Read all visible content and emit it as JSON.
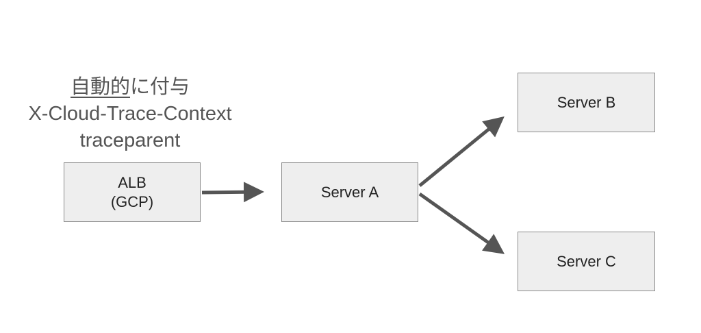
{
  "annotation": {
    "line1_underlined": "自動的",
    "line1_rest": "に付与",
    "line2": "X-Cloud-Trace-Context",
    "line3": "traceparent"
  },
  "nodes": {
    "alb": {
      "line1": "ALB",
      "line2": "(GCP)"
    },
    "server_a": {
      "label": "Server A"
    },
    "server_b": {
      "label": "Server B"
    },
    "server_c": {
      "label": "Server C"
    }
  },
  "colors": {
    "box_fill": "#eeeeee",
    "box_border": "#8a8a8a",
    "arrow": "#555555",
    "annotation_text": "#555555"
  }
}
